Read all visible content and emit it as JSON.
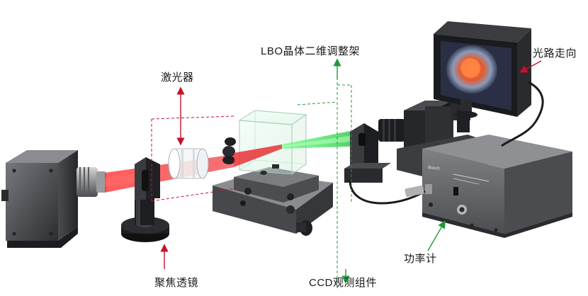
{
  "labels": {
    "laser": "激光器",
    "lbo_mount": "LBO晶体二维调整架",
    "light_path": "光路走向",
    "focus_lens": "聚焦透镜",
    "ccd_assembly": "CCD观测组件",
    "power_meter": "功率计"
  },
  "device_brand": "Bosch",
  "colors": {
    "red_beam": "#e8262a",
    "green_beam": "#2fd14a",
    "red_arrow": "#c8102e",
    "green_arrow": "#1f9a3a",
    "metal_dark": "#3a3c40",
    "metal_light": "#6a6c70"
  }
}
